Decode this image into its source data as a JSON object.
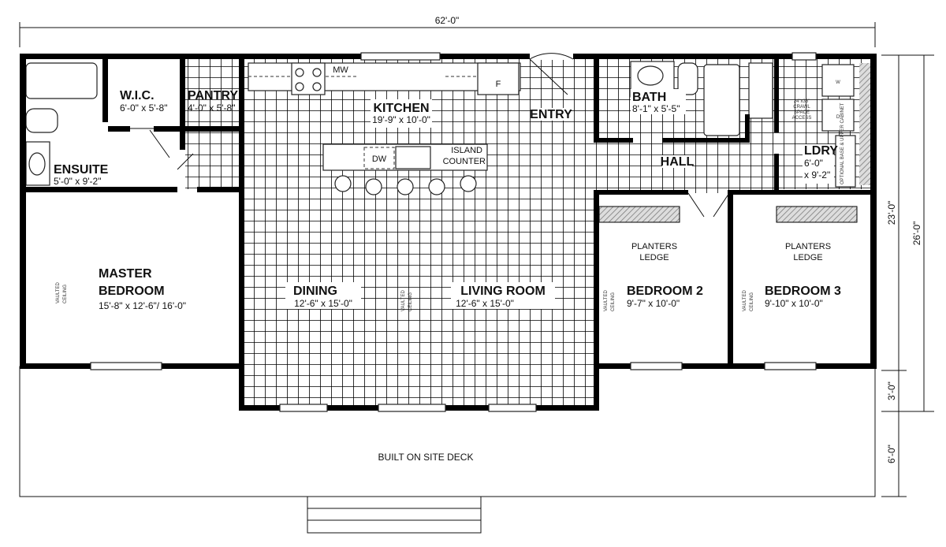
{
  "overall": {
    "width": "62'-0\"",
    "depth_house": "23'-0\"",
    "depth_total": "26'-0\"",
    "bump": "3'-0\"",
    "deck_depth": "6'-0\""
  },
  "rooms": {
    "wic": {
      "name": "W.I.C.",
      "size": "6'-0\" x 5'-8\""
    },
    "pantry": {
      "name": "PANTRY",
      "size": "4'-0\" x 5'-8\""
    },
    "ensuite": {
      "name": "ENSUITE",
      "size": "5'-0\" x 9'-2\""
    },
    "kitchen": {
      "name": "KITCHEN",
      "size": "19'-9\" x 10'-0\""
    },
    "entry": {
      "name": "ENTRY"
    },
    "bath": {
      "name": "BATH",
      "size": "8'-1\" x 5'-5\""
    },
    "hall": {
      "name": "HALL"
    },
    "laundry": {
      "name": "LDRY",
      "size1": "6'-0\"",
      "size2": "x 9'-2\""
    },
    "master": {
      "name1": "MASTER",
      "name2": "BEDROOM",
      "size": "15'-8\" x 12'-6\"/ 16'-0\""
    },
    "dining": {
      "name": "DINING",
      "size": "12'-6\" x 15'-0\""
    },
    "living": {
      "name": "LIVING ROOM",
      "size": "12'-6\" x 15'-0\""
    },
    "bed2": {
      "name": "BEDROOM 2",
      "size": "9'-7\" x 10'-0\""
    },
    "bed3": {
      "name": "BEDROOM 3",
      "size": "9'-10\" x 10'-0\""
    },
    "deck": {
      "name": "BUILT ON SITE DECK"
    }
  },
  "fixtures": {
    "mw": "MW",
    "fridge": "F",
    "dw": "DW",
    "island1": "ISLAND",
    "island2": "COUNTER",
    "washer": "W",
    "dryer": "D",
    "crawl": [
      "24\"x36\"",
      "CRAWL",
      "SPACE",
      "ACCESS"
    ],
    "cabinet": "OPTIONAL BASE & UPPER CABINET",
    "planters1": "PLANTERS",
    "planters2": "LEDGE",
    "vaulted1": "VAULTED",
    "vaulted2": "CEILING"
  }
}
